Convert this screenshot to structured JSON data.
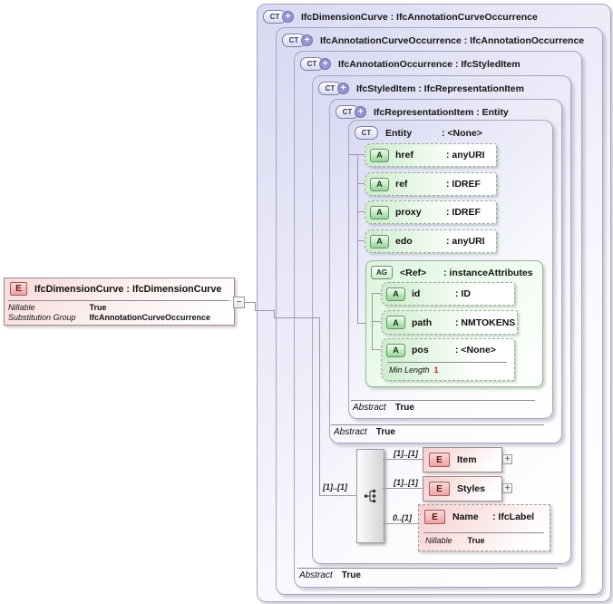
{
  "colors": {
    "complex_type_fill": "#d8d9f2",
    "attribute_fill": "#cdeccd",
    "element_fill": "#f6cdcd",
    "facet_highlight": "#cc2222",
    "connector": "#9a9aa5"
  },
  "element_box": {
    "icon": "E",
    "title": "IfcDimensionCurve : IfcDimensionCurve",
    "facets": [
      {
        "label": "Nillable",
        "value": "True"
      },
      {
        "label": "Substitution Group",
        "value": "IfcAnnotationCurveOccurrence"
      }
    ],
    "collapse": "−"
  },
  "boxes": [
    {
      "icon": "CT",
      "plus": "+",
      "title": "IfcDimensionCurve : IfcAnnotationCurveOccurrence"
    },
    {
      "icon": "CT",
      "plus": "+",
      "title": "IfcAnnotationCurveOccurrence : IfcAnnotationOccurrence"
    },
    {
      "icon": "CT",
      "plus": "+",
      "title": "IfcAnnotationOccurrence : IfcStyledItem",
      "facet_label": "Abstract",
      "facet_value": "True"
    },
    {
      "icon": "CT",
      "plus": "+",
      "title": "IfcStyledItem : IfcRepresentationItem"
    },
    {
      "icon": "CT",
      "plus": "+",
      "title": "IfcRepresentationItem : Entity",
      "facet_label": "Abstract",
      "facet_value": "True"
    }
  ],
  "entity": {
    "icon": "CT",
    "name": "Entity",
    "type": ": <None>",
    "facet_label": "Abstract",
    "facet_value": "True",
    "attributes": [
      {
        "icon": "A",
        "name": "href",
        "type": ": anyURI"
      },
      {
        "icon": "A",
        "name": "ref",
        "type": ": IDREF"
      },
      {
        "icon": "A",
        "name": "proxy",
        "type": ": IDREF"
      },
      {
        "icon": "A",
        "name": "edo",
        "type": ": anyURI"
      }
    ],
    "attribute_group": {
      "icon": "AG",
      "name": "<Ref>",
      "type": ": instanceAttributes",
      "attributes": [
        {
          "icon": "A",
          "name": "id",
          "type": ": ID"
        },
        {
          "icon": "A",
          "name": "path",
          "type": ": NMTOKENS"
        },
        {
          "icon": "A",
          "name": "pos",
          "type": ": <None>",
          "facet_label": "Min Length",
          "facet_value": "1"
        }
      ]
    }
  },
  "sequence": {
    "cardinality": "[1]..[1]",
    "children": [
      {
        "icon": "E",
        "cardinality": "[1]..[1]",
        "name": "Item",
        "expand": "+"
      },
      {
        "icon": "E",
        "cardinality": "[1]..[1]",
        "name": "Styles",
        "expand": "+"
      },
      {
        "icon": "E",
        "cardinality": "0..[1]",
        "name": "Name",
        "type": ": IfcLabel",
        "facet_label": "Nillable",
        "facet_value": "True"
      }
    ]
  }
}
